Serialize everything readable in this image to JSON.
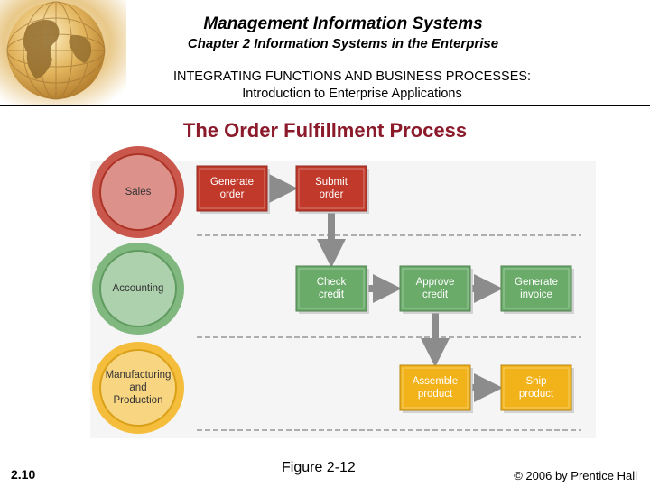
{
  "header": {
    "title": "Management Information Systems",
    "subtitle": "Chapter 2 Information Systems in the Enterprise",
    "section_line1": "INTEGRATING FUNCTIONS AND BUSINESS PROCESSES:",
    "section_line2": "Introduction to Enterprise Applications"
  },
  "figure": {
    "title": "The Order Fulfillment Process",
    "lanes": [
      {
        "label_lines": [
          "Sales"
        ],
        "color": "#c0392b"
      },
      {
        "label_lines": [
          "Accounting"
        ],
        "color": "#6aab6a"
      },
      {
        "label_lines": [
          "Manufacturing",
          "and",
          "Production"
        ],
        "color": "#f2b21a"
      }
    ],
    "steps": [
      {
        "label_lines": [
          "Generate",
          "order"
        ],
        "lane": 0,
        "color": "#c0392b"
      },
      {
        "label_lines": [
          "Submit",
          "order"
        ],
        "lane": 0,
        "color": "#c0392b"
      },
      {
        "label_lines": [
          "Check",
          "credit"
        ],
        "lane": 1,
        "color": "#6aab6a"
      },
      {
        "label_lines": [
          "Approve",
          "credit"
        ],
        "lane": 1,
        "color": "#6aab6a"
      },
      {
        "label_lines": [
          "Generate",
          "invoice"
        ],
        "lane": 1,
        "color": "#6aab6a"
      },
      {
        "label_lines": [
          "Assemble",
          "product"
        ],
        "lane": 2,
        "color": "#f2b21a"
      },
      {
        "label_lines": [
          "Ship",
          "product"
        ],
        "lane": 2,
        "color": "#f2b21a"
      }
    ]
  },
  "footer": {
    "slide_number": "2.10",
    "figure_label": "Figure 2-12",
    "copyright": "© 2006 by Prentice Hall"
  }
}
